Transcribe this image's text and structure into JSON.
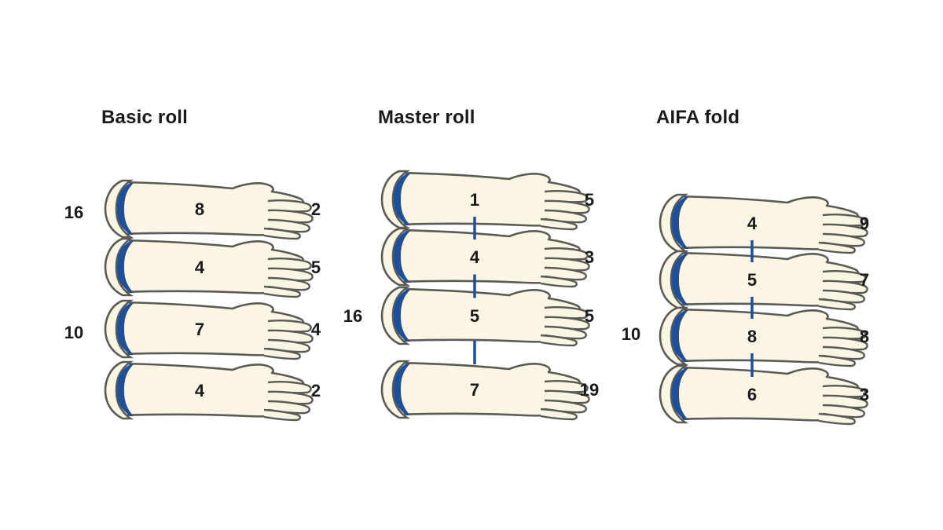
{
  "colors": {
    "cuff": "#1e4f99",
    "glove_fill": "#fbf6e4",
    "outline": "#5b5b55",
    "dash": "#1e4f99"
  },
  "panels": [
    {
      "title": "Basic roll",
      "gloves": [
        {
          "number": "8",
          "right_number": "2"
        },
        {
          "number": "4",
          "right_number": "5"
        },
        {
          "number": "7",
          "right_number": "4"
        },
        {
          "number": "4",
          "right_number": "2"
        }
      ],
      "left_labels": [
        "16",
        "10"
      ],
      "dashes": []
    },
    {
      "title": "Master roll",
      "gloves": [
        {
          "number": "1",
          "right_number": "5"
        },
        {
          "number": "4",
          "right_number": "3"
        },
        {
          "number": "5",
          "right_number": "5"
        },
        {
          "number": "7",
          "right_number": "19"
        }
      ],
      "left_labels": [
        "16"
      ],
      "dashes": [
        1,
        2,
        3
      ]
    },
    {
      "title": "AIFA fold",
      "gloves": [
        {
          "number": "4",
          "right_number": "9"
        },
        {
          "number": "5",
          "right_number": "7"
        },
        {
          "number": "8",
          "right_number": "8"
        },
        {
          "number": "6",
          "right_number": "3"
        }
      ],
      "left_labels": [
        "10"
      ],
      "dashes": [
        1,
        2,
        3
      ]
    }
  ]
}
